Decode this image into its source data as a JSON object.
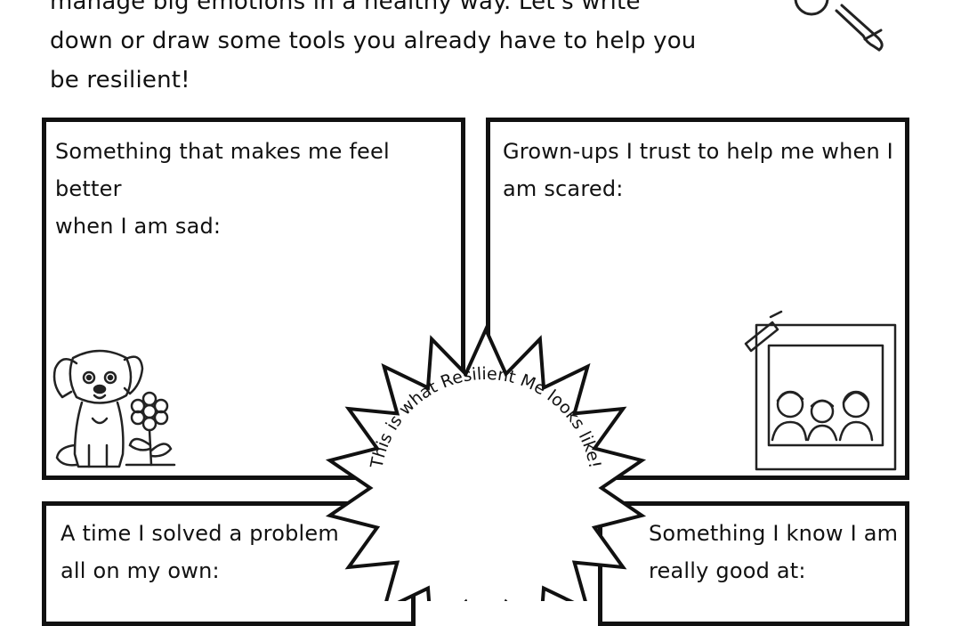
{
  "intro": {
    "line1": "manage big emotions in a healthy way. Let's write",
    "line2": "down or draw some tools you already have to help you",
    "line3": "be resilient!"
  },
  "boxes": {
    "top_left": {
      "line1": "Something that makes me feel better",
      "line2": "when I am sad:"
    },
    "top_right": {
      "line1": "Grown-ups I trust to help me when I",
      "line2": "am scared:"
    },
    "bottom_left": {
      "line1": "A time I solved a problem",
      "line2": "all on my own:"
    },
    "bottom_right": {
      "line1": "Something I know I am",
      "line2": "really good at:"
    }
  },
  "center": {
    "caption": "This is what Resilient Me looks like!"
  },
  "illustrations": {
    "top_left": "puppy-and-flower-drawing",
    "top_right": "family-photo-drawing",
    "top_corner": "magnifying-glass-drawing"
  }
}
